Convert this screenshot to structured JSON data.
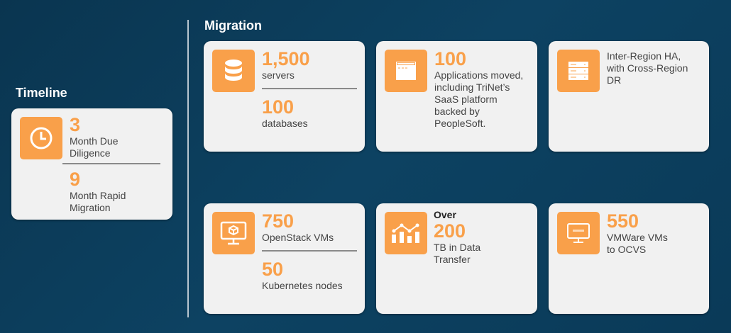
{
  "timeline": {
    "heading": "Timeline",
    "icon": "clock-icon",
    "items": [
      {
        "value": "3",
        "label": "Month Due Diligence"
      },
      {
        "value": "9",
        "label": "Month Rapid Migration"
      }
    ]
  },
  "migration": {
    "heading": "Migration",
    "cards": [
      {
        "icon": "database-icon",
        "items": [
          {
            "value": "1,500",
            "label": "servers"
          },
          {
            "value": "100",
            "label": "databases"
          }
        ]
      },
      {
        "icon": "application-window-icon",
        "items": [
          {
            "value": "100",
            "label": "Applications moved, including TriNet’s SaaS platform backed by PeopleSoft."
          }
        ]
      },
      {
        "icon": "server-rack-icon",
        "text": "Inter-Region HA, with Cross-Region DR"
      },
      {
        "icon": "monitor-cube-icon",
        "items": [
          {
            "value": "750",
            "label": "OpenStack VMs"
          },
          {
            "value": "50",
            "label": "Kubernetes nodes"
          }
        ]
      },
      {
        "icon": "chart-icon",
        "prefix": "Over",
        "items": [
          {
            "value": "200",
            "label": "TB in Data Transfer"
          }
        ]
      },
      {
        "icon": "oracle-monitor-icon",
        "items": [
          {
            "value": "550",
            "label": "VMWare VMs to OCVS"
          }
        ]
      }
    ]
  },
  "colors": {
    "accent": "#f9a04a",
    "background": "#0b3d5c",
    "card": "#f1f1f1"
  }
}
